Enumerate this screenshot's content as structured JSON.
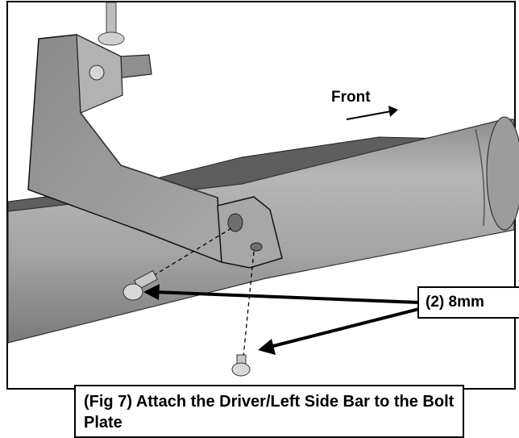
{
  "labels": {
    "direction": "Front",
    "fastener_callout": "(2) 8mm",
    "caption": "(Fig 7) Attach the Driver/Left Side Bar to the Bolt Plate"
  },
  "colors": {
    "tube": "#a9a9a9",
    "bracket": "#9a9a9a",
    "outline": "#000000"
  }
}
